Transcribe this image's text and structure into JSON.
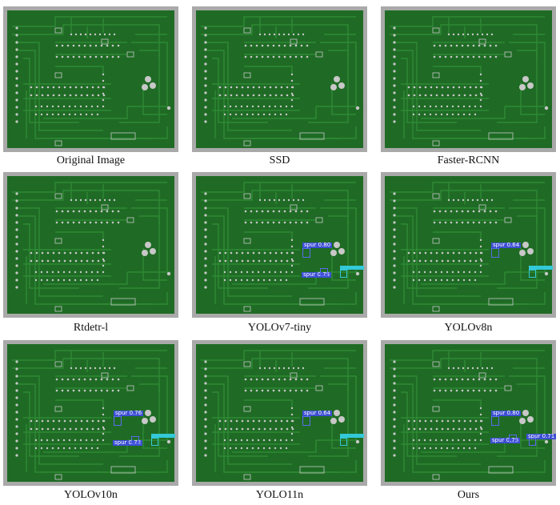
{
  "panels": [
    {
      "caption": "Original Image",
      "detections": []
    },
    {
      "caption": "SSD",
      "detections": []
    },
    {
      "caption": "Faster-RCNN",
      "detections": []
    },
    {
      "caption": "Rtdetr-l",
      "detections": []
    },
    {
      "caption": "YOLOv7-tiny",
      "detections": [
        {
          "label": "spur 0.80",
          "color": "blue"
        },
        {
          "label": "spur 0.75",
          "color": "blue"
        },
        {
          "label": "",
          "color": "cyan"
        }
      ]
    },
    {
      "caption": "YOLOv8n",
      "detections": [
        {
          "label": "spur 0.64",
          "color": "blue"
        },
        {
          "label": "",
          "color": "cyan"
        }
      ]
    },
    {
      "caption": "YOLOv10n",
      "detections": [
        {
          "label": "spur 0.76",
          "color": "blue"
        },
        {
          "label": "spur 0.72",
          "color": "blue"
        },
        {
          "label": "",
          "color": "cyan"
        }
      ]
    },
    {
      "caption": "YOLO11n",
      "detections": [
        {
          "label": "spur 0.64",
          "color": "blue"
        },
        {
          "label": "",
          "color": "cyan"
        }
      ]
    },
    {
      "caption": "Ours",
      "detections": [
        {
          "label": "spur 0.80",
          "color": "blue"
        },
        {
          "label": "spur 0.75",
          "color": "blue"
        },
        {
          "label": "spur 0.71",
          "color": "blue"
        }
      ]
    }
  ],
  "colors": {
    "board": "#1f6b25",
    "trace": "#2f8a35",
    "pad": "#c8c8c8",
    "frame": "#a9a9a9",
    "det_blue": "#3d4fd3",
    "det_cyan": "#33c9d8"
  }
}
